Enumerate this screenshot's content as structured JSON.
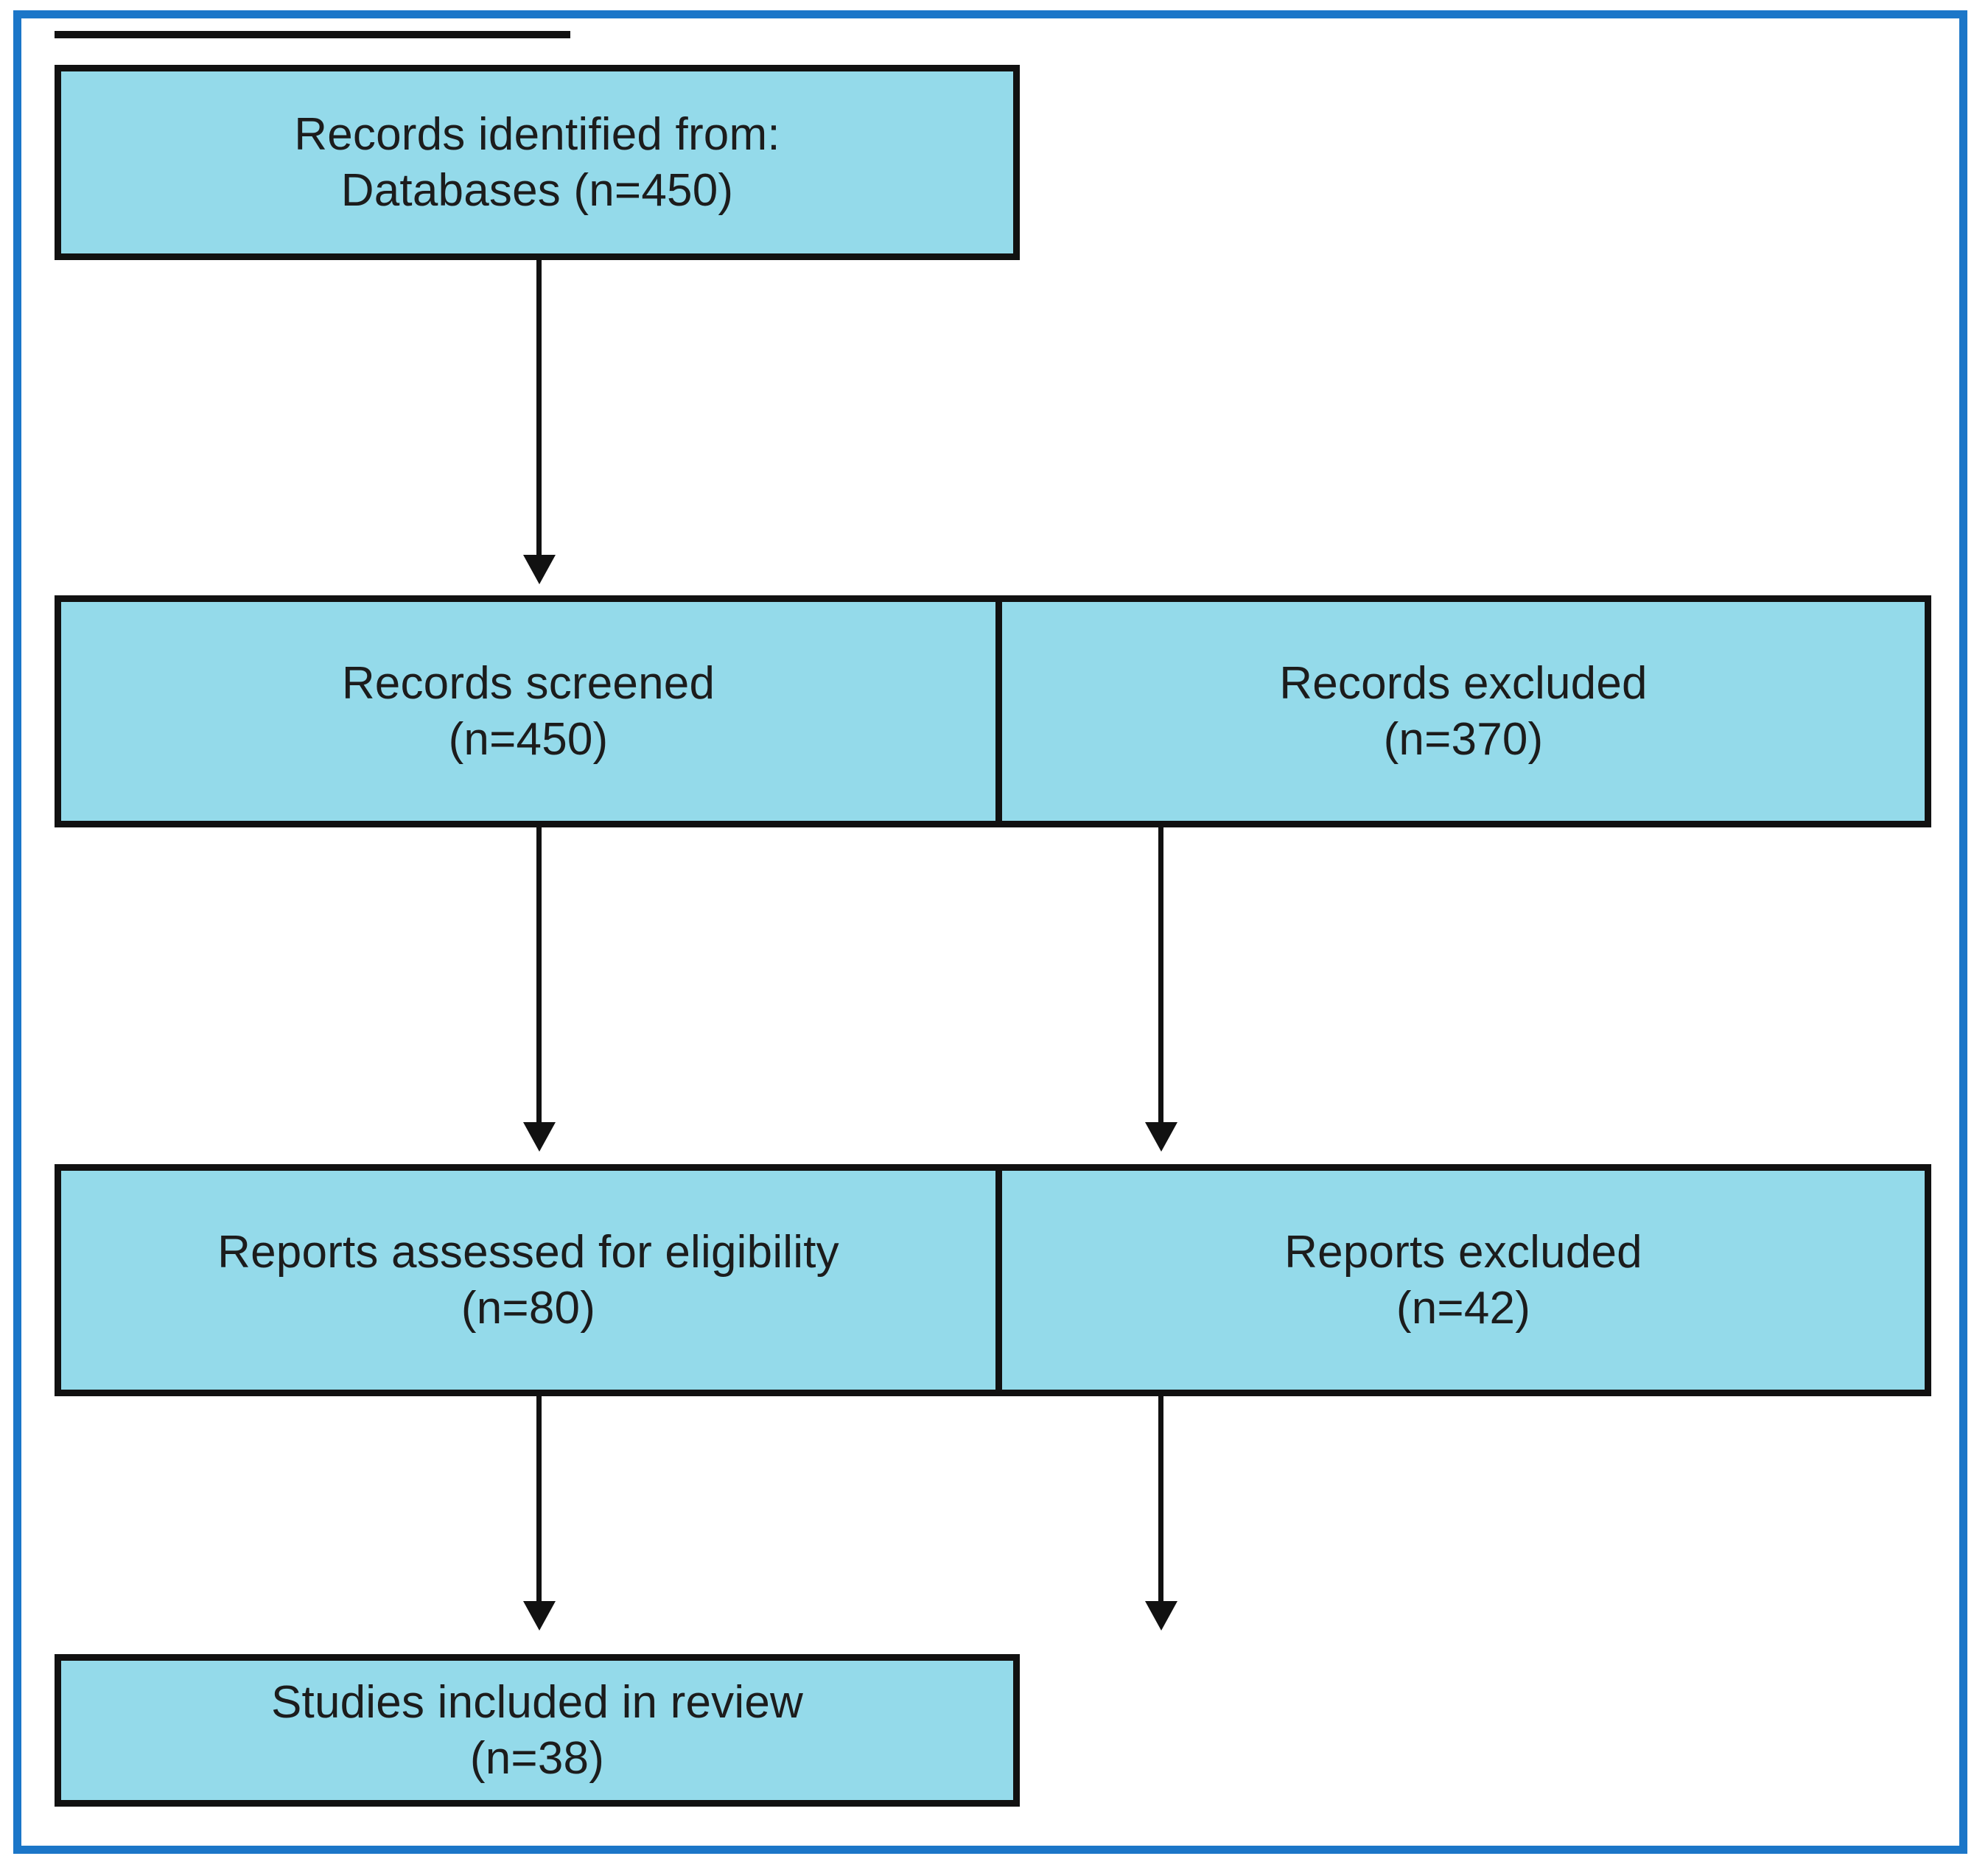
{
  "figure": {
    "type": "prisma-flow-diagram",
    "frame_color": "#1b76c8",
    "box_fill_color": "#94daea",
    "box_border_color": "#111111",
    "text_color": "#1c1c1c"
  },
  "nodes": {
    "identified": {
      "line1": "Records identified from:",
      "line2": "Databases (n=450)",
      "text": "Records identified from:\nDatabases (n=450)",
      "count_label": "n=450",
      "count": 450
    },
    "screened": {
      "line1": "Records screened",
      "line2": "(n=450)",
      "text": "Records screened\n(n=450)",
      "count_label": "n=450",
      "count": 450
    },
    "records_excluded": {
      "line1": "Records excluded",
      "line2": "(n=370)",
      "text": "Records excluded\n(n=370)",
      "count_label": "n=370",
      "count": 370
    },
    "eligibility": {
      "line1": "Reports assessed for eligibility",
      "line2": "(n=80)",
      "text": "Reports assessed for eligibility\n(n=80)",
      "count_label": "n=80",
      "count": 80
    },
    "reports_excluded": {
      "line1": "Reports excluded",
      "line2": "(n=42)",
      "text": "Reports excluded\n(n=42)",
      "count_label": "n=42",
      "count": 42
    },
    "included": {
      "line1": "Studies included in review",
      "line2": "(n=38)",
      "text": "Studies included in review\n(n=38)",
      "count_label": "n=38",
      "count": 38
    }
  },
  "flow": [
    {
      "from": "identified",
      "to": "screened"
    },
    {
      "from": "screened",
      "to": "eligibility"
    },
    {
      "from": "records_excluded",
      "to": "eligibility-row"
    },
    {
      "from": "eligibility",
      "to": "included"
    },
    {
      "from": "reports_excluded",
      "to": "terminus"
    }
  ]
}
